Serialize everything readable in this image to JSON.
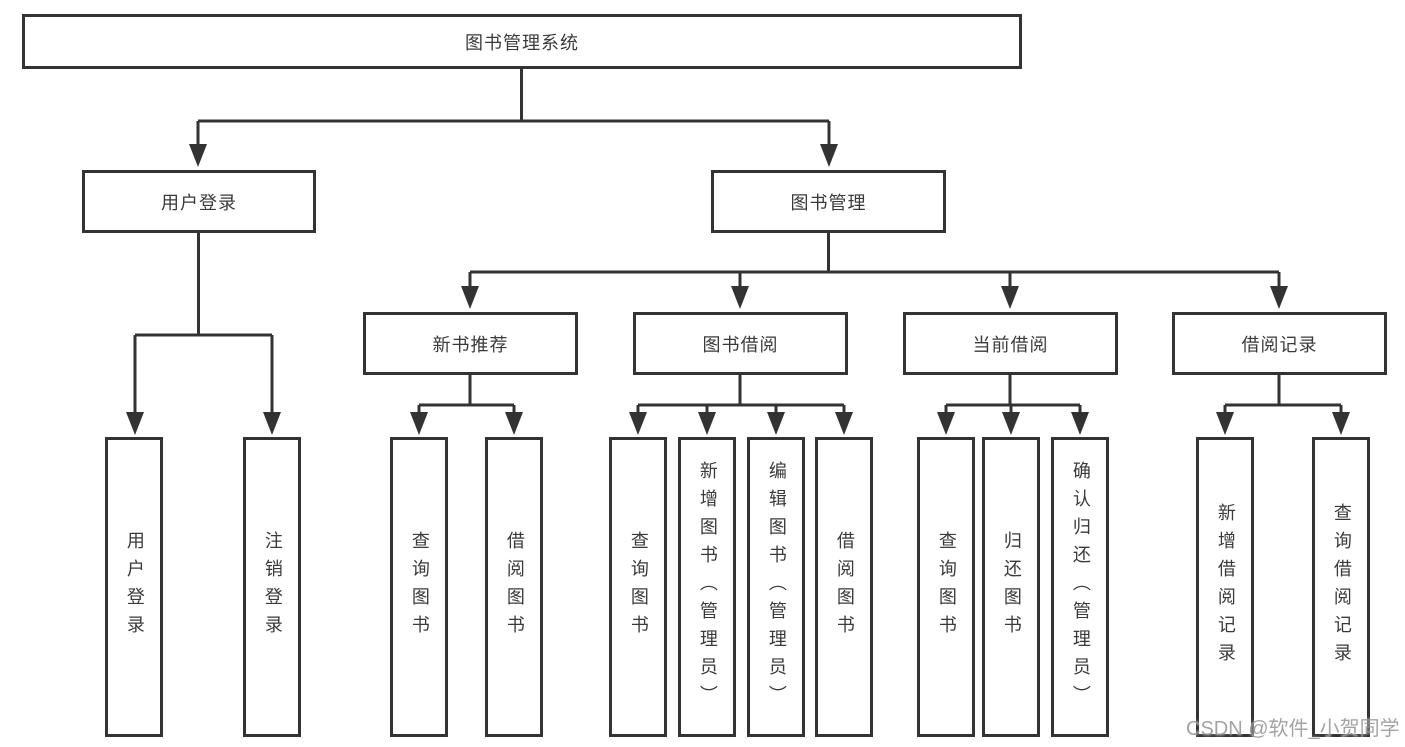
{
  "tree": {
    "label": "图书管理系统",
    "children": [
      {
        "label": "用户登录",
        "children": [
          {
            "label": "用户登录"
          },
          {
            "label": "注销登录"
          }
        ]
      },
      {
        "label": "图书管理",
        "children": [
          {
            "label": "新书推荐",
            "children": [
              {
                "label": "查询图书"
              },
              {
                "label": "借阅图书"
              }
            ]
          },
          {
            "label": "图书借阅",
            "children": [
              {
                "label": "查询图书"
              },
              {
                "label": "新增图书（管理员）"
              },
              {
                "label": "编辑图书（管理员）"
              },
              {
                "label": "借阅图书"
              }
            ]
          },
          {
            "label": "当前借阅",
            "children": [
              {
                "label": "查询图书"
              },
              {
                "label": "归还图书"
              },
              {
                "label": "确认归还（管理员）"
              }
            ]
          },
          {
            "label": "借阅记录",
            "children": [
              {
                "label": "新增借阅记录"
              },
              {
                "label": "查询借阅记录"
              }
            ]
          }
        ]
      }
    ]
  },
  "watermark": {
    "text": "CSDN @软件_小贺同学"
  },
  "colors": {
    "line": "#333333",
    "text": "#3a3a3a",
    "box_background": "#ffffff",
    "watermark": "#9a9a9a"
  }
}
